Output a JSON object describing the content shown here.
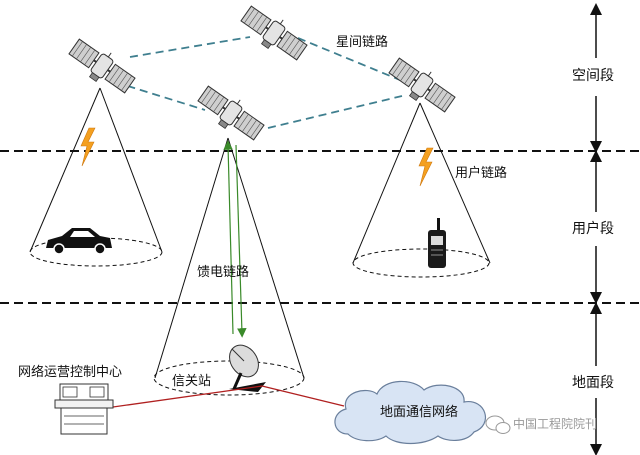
{
  "segments": {
    "space": "空间段",
    "user": "用户段",
    "ground": "地面段"
  },
  "links": {
    "inter_satellite": "星间链路",
    "user": "用户链路",
    "feeder": "馈电链路"
  },
  "ground": {
    "noc": "网络运营控制中心",
    "gateway": "信关站",
    "terrestrial": "地面通信网络"
  },
  "watermark": "中国工程院院刊",
  "colors": {
    "divider": "#111111",
    "constellation": "#3f7f8f",
    "feeder": "#3a8a2a",
    "ground_link": "#b02020",
    "lightning": "#f4a020",
    "cloud": "#d8e4f4"
  }
}
